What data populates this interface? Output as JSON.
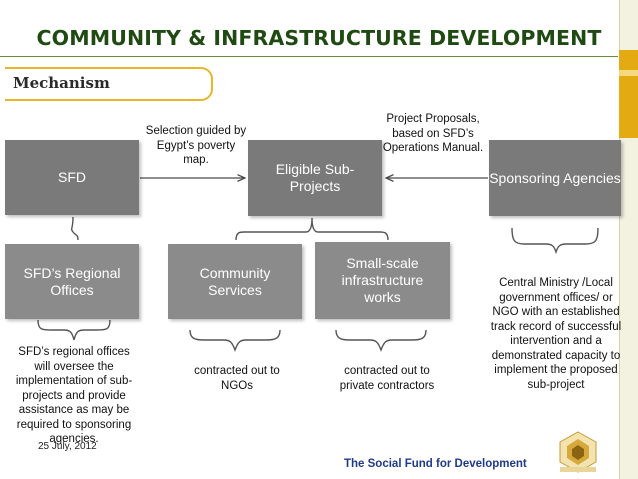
{
  "title": "COMMUNITY & INFRASTRUCTURE DEVELOPMENT",
  "section_label": "Mechanism",
  "boxes": {
    "sfd": "SFD",
    "eligible": "Eligible Sub-Projects",
    "sponsoring": "Sponsoring Agencies",
    "regional": "SFD’s Regional Offices",
    "community": "Community Services",
    "smallscale": "Small-scale infrastructure works"
  },
  "annotations": {
    "selection": "Selection guided by Egypt’s poverty map.",
    "proposals": "Project Proposals, based on SFD’s Operations Manual.",
    "regional_note": "SFD’s regional offices will oversee the implementation of sub-projects and provide assistance as may be required to sponsoring agencies.",
    "community_note": "contracted out to NGOs",
    "smallscale_note": "contracted out to private contractors",
    "sponsoring_note": "Central Ministry /Local government offices/ or NGO with an established track record of successful intervention and a demonstrated capacity to implement the proposed sub-project"
  },
  "footer": {
    "organization": "The Social Fund for Development",
    "date": "25 July, 2012"
  },
  "colors": {
    "title": "#1f4a12",
    "box": "#7a7a7a",
    "accent": "#e3ab11",
    "footer": "#203a8a"
  }
}
